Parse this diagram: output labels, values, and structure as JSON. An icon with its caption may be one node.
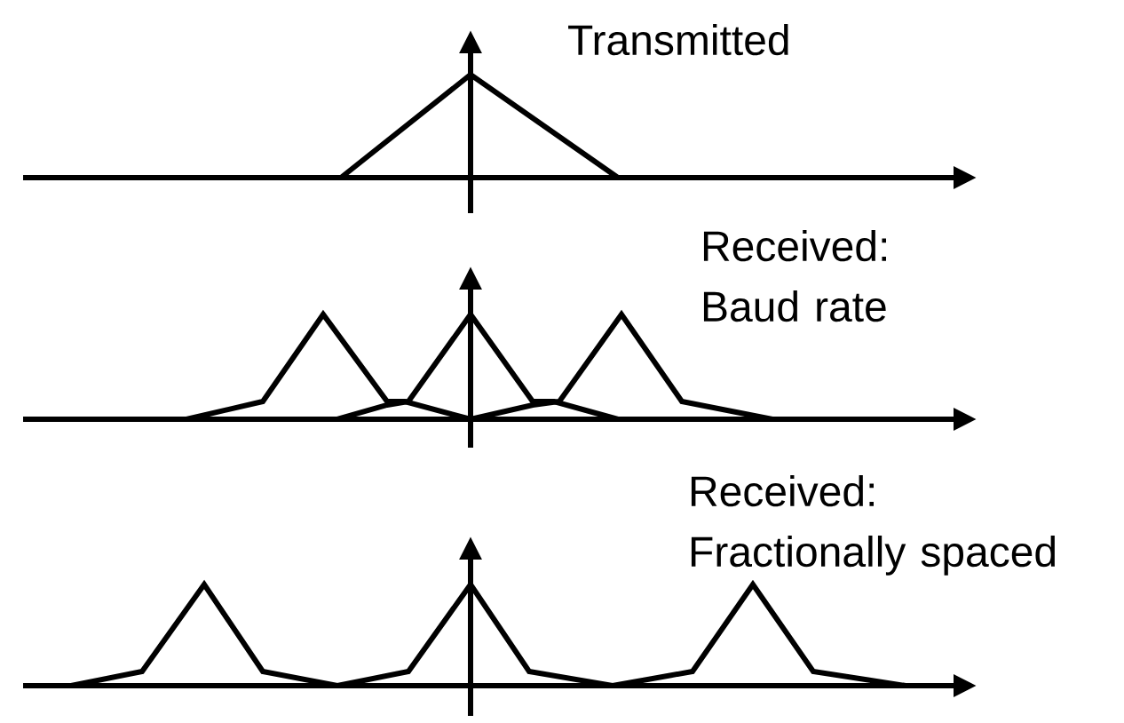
{
  "diagram": {
    "labels": [
      "Transmitted",
      "Received: Baud rate",
      "Received: Fractionally spaced"
    ]
  }
}
